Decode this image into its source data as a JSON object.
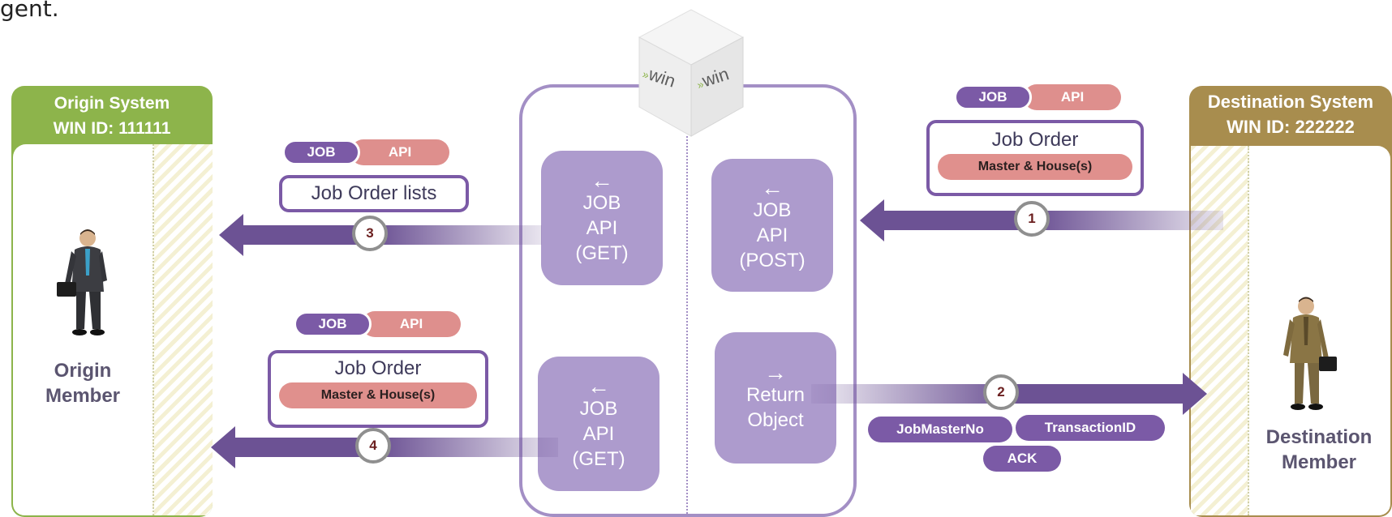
{
  "intro_text": "gent.",
  "origin": {
    "title": "Origin  System",
    "win_id": "WIN ID: 111111",
    "member_line1": "Origin",
    "member_line2": "Member",
    "header_color": "#8db44b"
  },
  "destination": {
    "title": "Destination System",
    "win_id": "WIN ID: 222222",
    "member_line1": "Destination",
    "member_line2": "Member",
    "header_color": "#a88d4e"
  },
  "server": {
    "logo_left": "win",
    "logo_right": "win",
    "boxes": {
      "post": {
        "line1": "JOB",
        "line2": "API",
        "line3": "(POST)"
      },
      "get_top": {
        "line1": "JOB",
        "line2": "API",
        "line3": "(GET)"
      },
      "get_bottom": {
        "line1": "JOB",
        "line2": "API",
        "line3": "(GET)"
      },
      "return": {
        "line1": "Return",
        "line2": "Object"
      }
    }
  },
  "tags": {
    "job": "JOB",
    "api": "API"
  },
  "flows": {
    "step1": {
      "number": "1",
      "title": "Job Order",
      "sub": "Master & House(s)"
    },
    "step2": {
      "number": "2",
      "pills": [
        "JobMasterNo",
        "TransactionID",
        "ACK"
      ]
    },
    "step3": {
      "number": "3",
      "title": "Job Order lists"
    },
    "step4": {
      "number": "4",
      "title": "Job Order",
      "sub": "Master & House(s)"
    }
  },
  "colors": {
    "purple_dark": "#6c5294",
    "purple_light": "#ad9bcd",
    "pink": "#de8f8d"
  }
}
